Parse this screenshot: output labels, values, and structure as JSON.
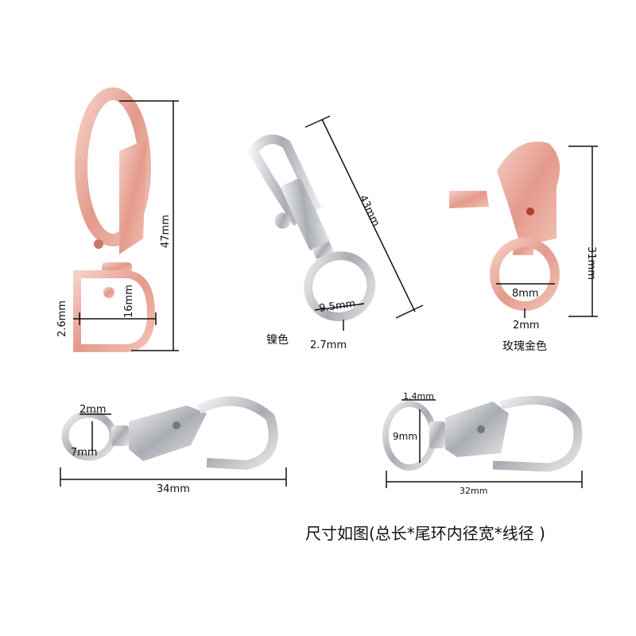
{
  "colors": {
    "rose_gold": "#e9a79a",
    "nickel": "#c9cbd0",
    "background": "#ffffff"
  },
  "hooks": [
    {
      "finish": "rose-gold",
      "dimensions": {
        "length": "47mm",
        "inner_width": "16mm",
        "wire": "2.6mm"
      }
    },
    {
      "finish": "nickel",
      "color_label": "镍色",
      "dimensions": {
        "length": "43mm",
        "inner_width": "9.5mm",
        "wire": "2.7mm"
      }
    },
    {
      "finish": "rose-gold",
      "color_label": "玫瑰金色",
      "dimensions": {
        "length": "31mm",
        "inner_width": "8mm",
        "wire": "2mm"
      }
    },
    {
      "finish": "nickel",
      "dimensions": {
        "length": "34mm",
        "inner_width": "7mm",
        "wire": "2mm"
      }
    },
    {
      "finish": "nickel",
      "dimensions": {
        "length": "32mm",
        "inner_width": "9mm",
        "wire": "1.4mm"
      }
    }
  ],
  "caption": "尺寸如图(总长*尾环内径宽*线径 )"
}
